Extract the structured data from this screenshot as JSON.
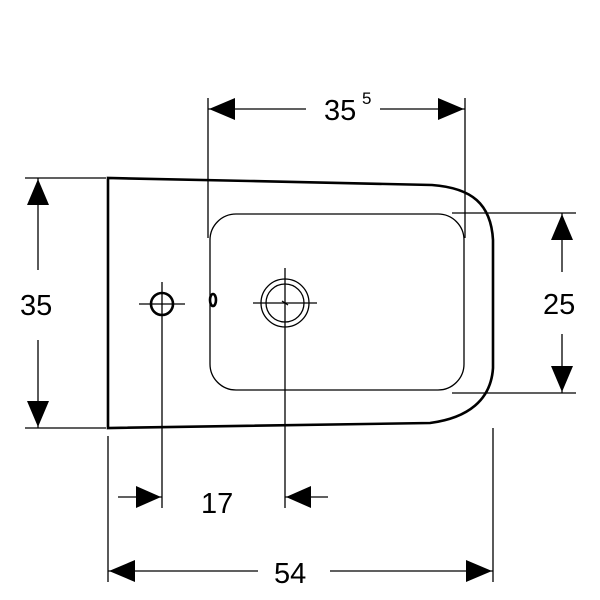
{
  "dimensions": {
    "top_width": {
      "value": "35",
      "superscript": "5"
    },
    "overall_depth": {
      "value": "35"
    },
    "bowl_depth": {
      "value": "25"
    },
    "tap_hole_offset": {
      "value": "17"
    },
    "overall_width": {
      "value": "54"
    }
  },
  "icons": {
    "tap_hole": "tap-hole-icon",
    "drain": "drain-icon",
    "overflow": "overflow-hole-icon"
  }
}
